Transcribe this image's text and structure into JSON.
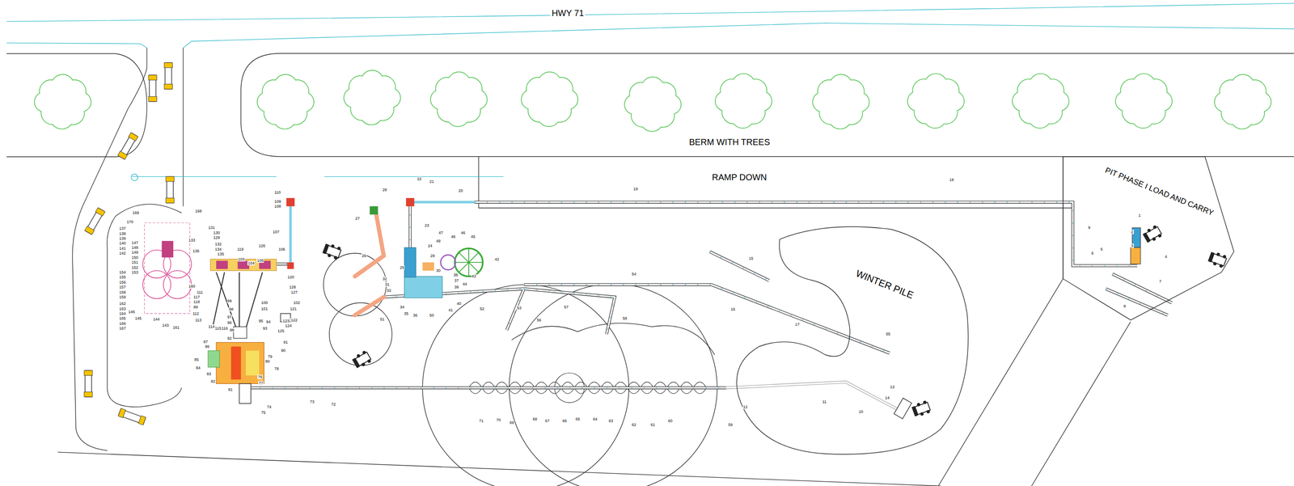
{
  "diagram": {
    "nodes": [
      {
        "text": [
          "BERM WITH TREES"
        ]
      },
      {
        "text": [
          "PIT PHASE I LOAD AND CARRY"
        ]
      },
      {
        "text": [
          "WINTER PILE"
        ]
      }
    ],
    "labels": [
      "HWY 71",
      "RAMP DOWN",
      "1",
      "2",
      "3",
      "4",
      "5",
      "6",
      "7",
      "8",
      "9",
      "10",
      "11",
      "12",
      "13",
      "14",
      "15",
      "16",
      "17",
      "18",
      "19",
      "20",
      "21",
      "22",
      "23",
      "24",
      "25",
      "26",
      "27",
      "28",
      "29",
      "30",
      "31",
      "32",
      "33",
      "34",
      "35",
      "36",
      "37",
      "38",
      "39",
      "40",
      "41",
      "42",
      "43",
      "44",
      "45",
      "46",
      "47",
      "48",
      "49",
      "50",
      "51",
      "52",
      "53",
      "54",
      "55",
      "56",
      "57",
      "58",
      "59",
      "60",
      "61",
      "62",
      "63",
      "64",
      "65",
      "66",
      "67",
      "68",
      "69",
      "70",
      "71",
      "72",
      "73",
      "74",
      "75",
      "76",
      "77",
      "78",
      "79",
      "80",
      "81",
      "82",
      "83",
      "84",
      "85",
      "86",
      "87",
      "88",
      "89",
      "90",
      "91",
      "92",
      "93",
      "94",
      "95",
      "96",
      "97",
      "98",
      "99",
      "100",
      "101",
      "102",
      "103",
      "104",
      "105",
      "106",
      "107",
      "108",
      "109",
      "110",
      "111",
      "112",
      "113",
      "114",
      "115",
      "116",
      "117",
      "118",
      "119",
      "120",
      "121",
      "122",
      "123",
      "124",
      "125",
      "126",
      "127",
      "128",
      "129",
      "130",
      "131",
      "132",
      "133",
      "134",
      "135",
      "136",
      "137",
      "138",
      "139",
      "140",
      "141",
      "142",
      "143",
      "144",
      "145",
      "146",
      "147",
      "148",
      "149",
      "150",
      "151",
      "152",
      "153",
      "154",
      "155",
      "156",
      "157",
      "158",
      "159",
      "160",
      "161",
      "162",
      "163",
      "164",
      "165",
      "166",
      "167",
      "168",
      "169",
      "170"
    ]
  }
}
